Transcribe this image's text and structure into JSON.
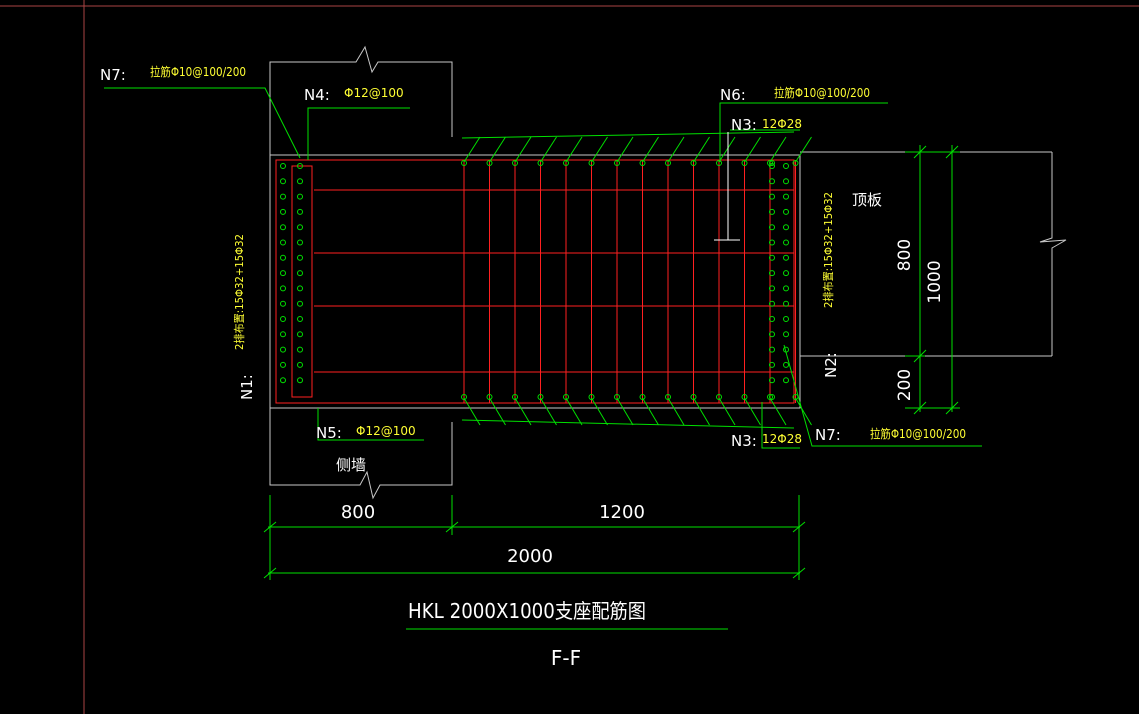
{
  "colors": {
    "background": "#000000",
    "concrete": "#c8c8c8",
    "rebar": "#ff2020",
    "bar_dot": "#00e000",
    "leader": "#00e000",
    "text": "#ffffff",
    "spec_text": "#ffff33",
    "frame": "#aa4444"
  },
  "labels": {
    "n7_top": "N7:",
    "n7_top_spec": "拉筋Φ10@100/200",
    "n4": "N4:",
    "n4_spec": "Φ12@100",
    "n6": "N6:",
    "n6_spec": "拉筋Φ10@100/200",
    "n3_top": "N3:",
    "n3_top_spec": "12Φ28",
    "n1": "N1:",
    "n1_spec": "2排布置:15Φ32+15Φ32",
    "n2": "N2:",
    "n2_spec": "2排布置:15Φ32+15Φ32",
    "slab": "顶板",
    "n5": "N5:",
    "n5_spec": "Φ12@100",
    "side_wall": "侧墙",
    "n3_bottom": "N3:",
    "n3_bottom_spec": "12Φ28",
    "n7_bottom": "N7:",
    "n7_bottom_spec": "拉筋Φ10@100/200"
  },
  "dimensions": {
    "left_width": "800",
    "right_width": "1200",
    "total_width": "2000",
    "upper_height": "800",
    "lower_height": "200",
    "total_height": "1000"
  },
  "title": {
    "main": "HKL 2000X1000支座配筋图",
    "section": "F-F"
  }
}
